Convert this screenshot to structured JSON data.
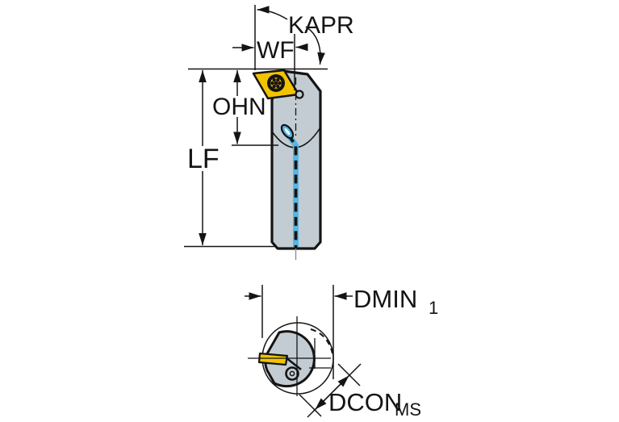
{
  "diagram": {
    "side_view": {
      "kapr": "KAPR",
      "wf": "WF",
      "ohn": "OHN",
      "lf": "LF"
    },
    "end_view": {
      "dmin": "DMIN",
      "dmin_sub": "1",
      "dcon": "DCON",
      "dcon_sub": "MS"
    },
    "colors": {
      "body": "#c3ccd3",
      "insert": "#f2c400",
      "coolant": "#56b7e5",
      "ink": "#141414",
      "background": "#ffffff"
    }
  }
}
